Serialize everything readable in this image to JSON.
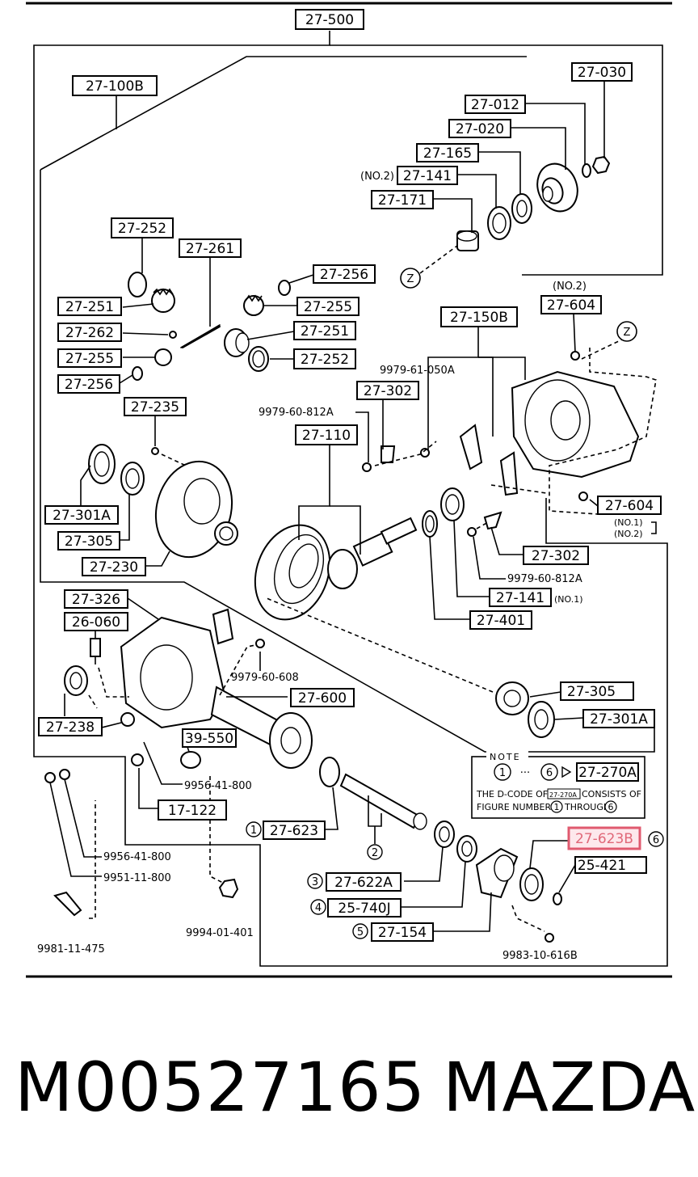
{
  "header_code": "27-500",
  "labels": {
    "l_27_100B": "27-100B",
    "l_27_030": "27-030",
    "l_27_012": "27-012",
    "l_27_020": "27-020",
    "l_27_165": "27-165",
    "l_27_141_no2_top": "27-141",
    "l_27_171": "27-171",
    "l_27_252_a": "27-252",
    "l_27_261": "27-261",
    "l_27_256_a": "27-256",
    "l_27_251_a": "27-251",
    "l_27_255_a": "27-255",
    "l_27_262": "27-262",
    "l_27_251_b": "27-251",
    "l_27_255_b": "27-255",
    "l_27_252_b": "27-252",
    "l_27_256_b": "27-256",
    "l_27_150B": "27-150B",
    "l_27_604_top": "27-604",
    "l_27_235": "27-235",
    "l_27_302_a": "27-302",
    "l_27_110": "27-110",
    "l_27_301A_a": "27-301A",
    "l_27_305_a": "27-305",
    "l_27_230": "27-230",
    "l_27_604_mid": "27-604",
    "l_27_302_b": "27-302",
    "l_27_141_no1": "27-141",
    "l_27_401": "27-401",
    "l_27_326": "27-326",
    "l_26_060": "26-060",
    "l_27_600": "27-600",
    "l_27_305_b": "27-305",
    "l_27_301A_b": "27-301A",
    "l_27_238": "27-238",
    "l_39_550": "39-550",
    "l_17_122": "17-122",
    "l_27_623": "27-623",
    "l_27_622A": "27-622A",
    "l_25_740J": "25-740J",
    "l_27_154": "27-154",
    "l_25_421": "25-421",
    "l_27_623B": "27-623B",
    "l_27_270A": "27-270A"
  },
  "annotations": {
    "no2_a": "(NO.2)",
    "no2_b": "(NO.2)",
    "no1_a": "(NO.1)",
    "no2_c": "(NO.2)",
    "no1_b": "(NO.1)",
    "z_a": "Z",
    "z_b": "Z",
    "c1": "1",
    "c2": "2",
    "c3": "3",
    "c4": "4",
    "c5": "5",
    "c6": "6",
    "n1": "1",
    "n6": "6"
  },
  "plain_codes": {
    "p_9979_61_050A": "9979-61-050A",
    "p_9979_60_812A_a": "9979-60-812A",
    "p_9979_60_812A_b": "9979-60-812A",
    "p_9979_60_608": "9979-60-608",
    "p_9956_41_800_a": "9956-41-800",
    "p_9956_41_800_b": "9956-41-800",
    "p_9951_11_800": "9951-11-800",
    "p_9981_11_475": "9981-11-475",
    "p_9994_01_401": "9994-01-401",
    "p_9983_10_616B": "9983-10-616B"
  },
  "note": {
    "title": "NOTE",
    "range_dots": "···",
    "line1": "THE D-CODE OF",
    "line1_code": "27-270A",
    "line1_end": "CONSISTS OF",
    "line2": "FIGURE NUMBERS",
    "line2_through": "THROUGH"
  },
  "highlight": {
    "code": "27-623B",
    "color": "#e05a6f"
  },
  "footer": {
    "part_number": "M00527165",
    "brand": "MAZDA"
  }
}
